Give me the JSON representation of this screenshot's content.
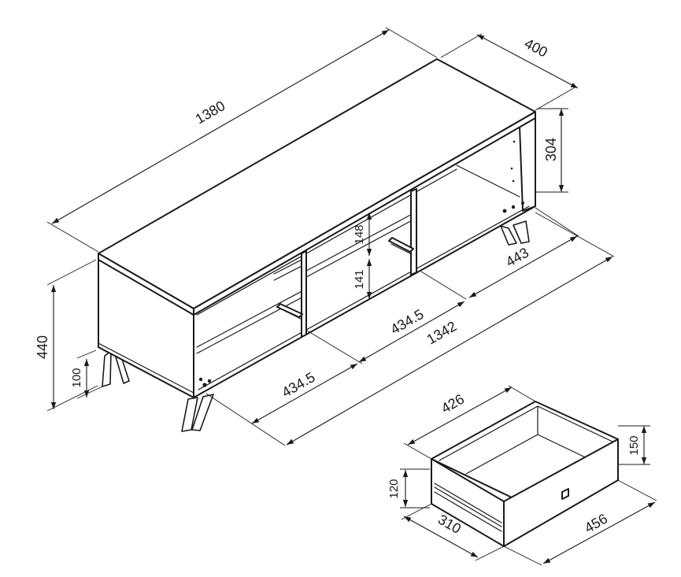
{
  "dimensions": {
    "width": "1380",
    "depth": "400",
    "top_shelf_height": "304",
    "total_height": "440",
    "leg_height": "100",
    "upper_compartment": "148",
    "lower_compartment": "141",
    "right_compartment_width": "443",
    "middle_compartment_width": "434.5",
    "inner_width": "1342",
    "left_compartment_width": "434.5"
  },
  "drawer": {
    "width": "426",
    "height": "150",
    "inner_height": "120",
    "depth": "310",
    "length": "456"
  }
}
